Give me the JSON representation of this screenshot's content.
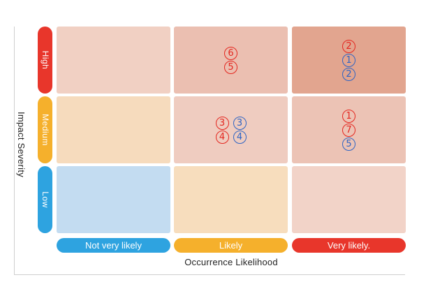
{
  "x_axis": {
    "title": "Occurrence Likelihood",
    "labels": [
      "Not very likely",
      "Likely",
      "Very likely."
    ]
  },
  "y_axis": {
    "title": "Impact Severity",
    "labels": [
      "High",
      "Medium",
      "Low"
    ]
  },
  "colors": {
    "high": "#e8362b",
    "medium": "#f5b02c",
    "low": "#2ea3e0",
    "marker_red": "#e4261f",
    "marker_blue": "#2e64c4"
  },
  "cells": {
    "high": {
      "not_very_likely": [],
      "likely": [
        [
          {
            "num": "6",
            "color": "red"
          }
        ],
        [
          {
            "num": "5",
            "color": "red"
          }
        ]
      ],
      "very_likely": [
        [
          {
            "num": "2",
            "color": "red"
          }
        ],
        [
          {
            "num": "1",
            "color": "blue"
          }
        ],
        [
          {
            "num": "2",
            "color": "blue"
          }
        ]
      ]
    },
    "medium": {
      "not_very_likely": [],
      "likely": [
        [
          {
            "num": "3",
            "color": "red"
          },
          {
            "num": "3",
            "color": "blue"
          }
        ],
        [
          {
            "num": "4",
            "color": "red"
          },
          {
            "num": "4",
            "color": "blue"
          }
        ]
      ],
      "very_likely": [
        [
          {
            "num": "1",
            "color": "red"
          }
        ],
        [
          {
            "num": "7",
            "color": "red"
          }
        ],
        [
          {
            "num": "5",
            "color": "blue"
          }
        ]
      ]
    },
    "low": {
      "not_very_likely": [],
      "likely": [],
      "very_likely": []
    }
  }
}
